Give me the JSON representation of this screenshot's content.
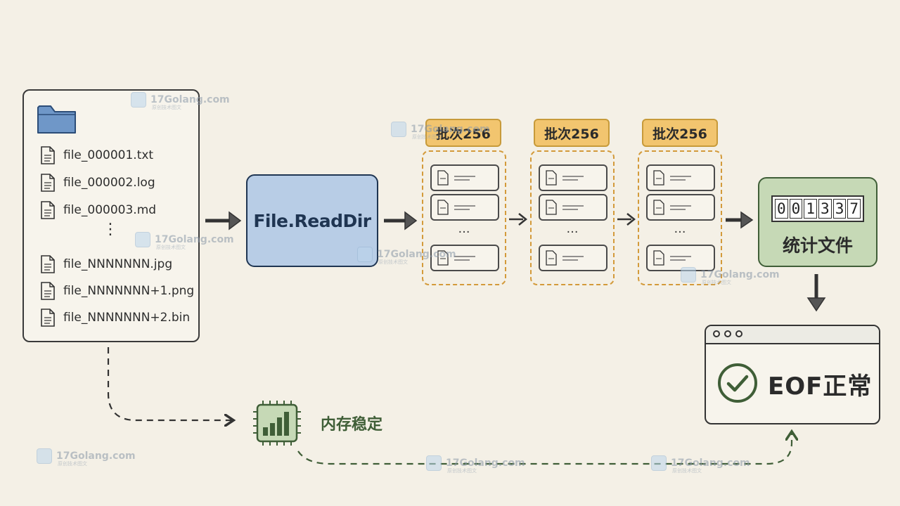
{
  "files": [
    {
      "name": "file_000001.txt"
    },
    {
      "name": "file_000002.log"
    },
    {
      "name": "file_000003.md"
    },
    {
      "name": "file_NNNNNNN.jpg"
    },
    {
      "name": "file_NNNNNNN+1.png"
    },
    {
      "name": "file_NNNNNNN+2.bin"
    }
  ],
  "ellipsis_vertical": "⋮",
  "readdir_label": "File.ReadDir",
  "batches": [
    {
      "label": "批次256"
    },
    {
      "label": "批次256"
    },
    {
      "label": "批次256"
    }
  ],
  "batch_ellipsis": "…",
  "counter_digits": [
    "0",
    "0",
    "1",
    "3",
    "3",
    "7"
  ],
  "stat_label": "统计文件",
  "eof_label": "EOF正常",
  "memory_label": "内存稳定",
  "watermark": {
    "text": "17Golang.com",
    "sub": "原创技术图文"
  },
  "colors": {
    "background": "#f4f0e6",
    "readdir_fill": "#b8cde6",
    "batch_label_fill": "#f2c56f",
    "batch_border": "#d39a3a",
    "stat_fill": "#c6d9b6",
    "green": "#3f5e37",
    "folder": "#6f97c8"
  },
  "icons": [
    "folder-icon",
    "document-icon",
    "arrow-right-icon",
    "digital-counter-icon",
    "browser-window-icon",
    "check-circle-icon",
    "chip-chart-icon",
    "arrow-down-icon",
    "arrow-up-icon"
  ]
}
